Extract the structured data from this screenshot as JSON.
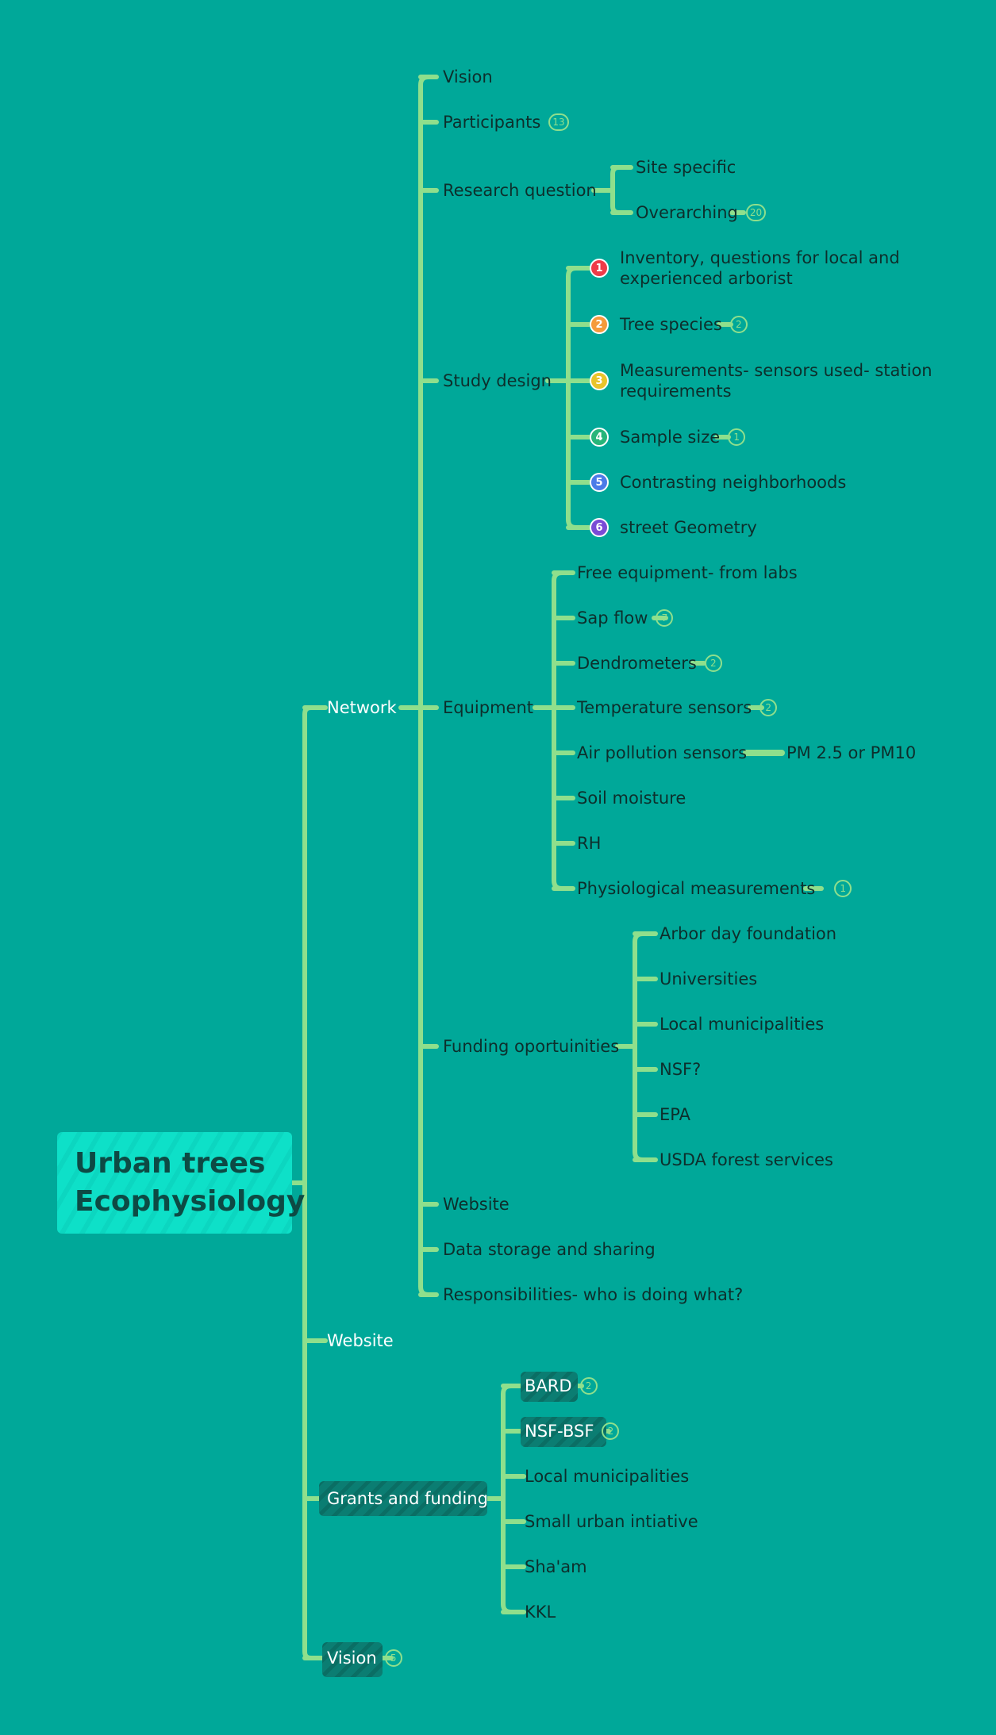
{
  "colors": {
    "background": "#00a899",
    "connector": "#8fdf8c",
    "root_fill": "#0ee0c8",
    "highlight": "#0b7d72",
    "priority": [
      "#ef3b48",
      "#f59a3b",
      "#e9c42a",
      "#27b57a",
      "#4b7be8",
      "#7a4bd6"
    ]
  },
  "root": {
    "line1": "Urban trees",
    "line2": "Ecophysiology"
  },
  "branches": {
    "network": {
      "label": "Network",
      "vision": "Vision",
      "participants": {
        "label": "Participants",
        "badge": "13"
      },
      "research_question": {
        "label": "Research question",
        "site_specific": "Site specific",
        "overarching": {
          "label": "Overarching",
          "badge": "20"
        }
      },
      "study_design": {
        "label": "Study design",
        "items": [
          {
            "priority": "1",
            "label": "Inventory, questions for local and experienced arborist"
          },
          {
            "priority": "2",
            "label": "Tree species",
            "badge": "2"
          },
          {
            "priority": "3",
            "label": "Measurements- sensors used- station requirements"
          },
          {
            "priority": "4",
            "label": "Sample size",
            "badge": "1"
          },
          {
            "priority": "5",
            "label": "Contrasting neighborhoods"
          },
          {
            "priority": "6",
            "label": "street Geometry"
          }
        ]
      },
      "equipment": {
        "label": "Equipment",
        "free_equipment": "Free equipment- from labs",
        "sap_flow": {
          "label": "Sap flow",
          "badge": "7"
        },
        "dendrometers": {
          "label": "Dendrometers",
          "badge": "2"
        },
        "temperature_sensors": {
          "label": "Temperature sensors",
          "badge": "2"
        },
        "air_pollution": {
          "label": "Air pollution sensors",
          "child": "PM 2.5 or PM10"
        },
        "soil_moisture": "Soil moisture",
        "rh": "RH",
        "physiological": {
          "label": "Physiological measurements",
          "badge": "1"
        }
      },
      "funding": {
        "label": "Funding oportuinities",
        "items": [
          "Arbor day foundation",
          "Universities",
          "Local municipalities",
          "NSF?",
          "EPA",
          "USDA forest services"
        ]
      },
      "website": "Website",
      "data_storage": "Data storage and sharing",
      "responsibilities": "Responsibilities- who is doing what?"
    },
    "website": {
      "label": "Website"
    },
    "grants": {
      "label": "Grants and funding",
      "bard": {
        "label": "BARD",
        "badge": "2"
      },
      "nsf_bsf": {
        "label": "NSF-BSF",
        "badge": "2"
      },
      "local_municipalities": "Local municipalities",
      "small_urban": "Small urban intiative",
      "shaam": "Sha'am",
      "kkl": "KKL"
    },
    "vision": {
      "label": "Vision",
      "badge": "5"
    }
  }
}
